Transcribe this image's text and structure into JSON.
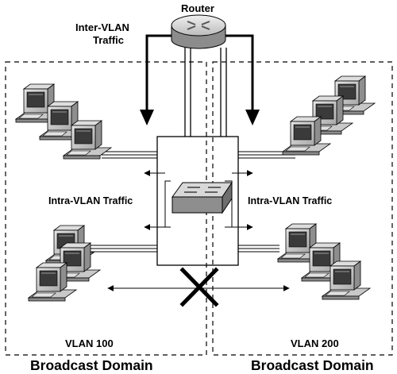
{
  "labels": {
    "router": "Router",
    "inter_vlan_line1": "Inter-VLAN",
    "inter_vlan_line2": "Traffic",
    "intra_vlan_left": "Intra-VLAN Traffic",
    "intra_vlan_right": "Intra-VLAN Traffic",
    "vlan_left": "VLAN 100",
    "vlan_right": "VLAN 200",
    "broadcast_left": "Broadcast Domain",
    "broadcast_right": "Broadcast Domain"
  },
  "colors": {
    "line": "#000000",
    "device_light": "#dcdcdc",
    "device_mid": "#b4b4b4",
    "device_dark": "#707070",
    "screen": "#3a3a3a"
  },
  "icons": {
    "router": "router-icon",
    "switch": "switch-icon",
    "workstation": "workstation-icon"
  }
}
